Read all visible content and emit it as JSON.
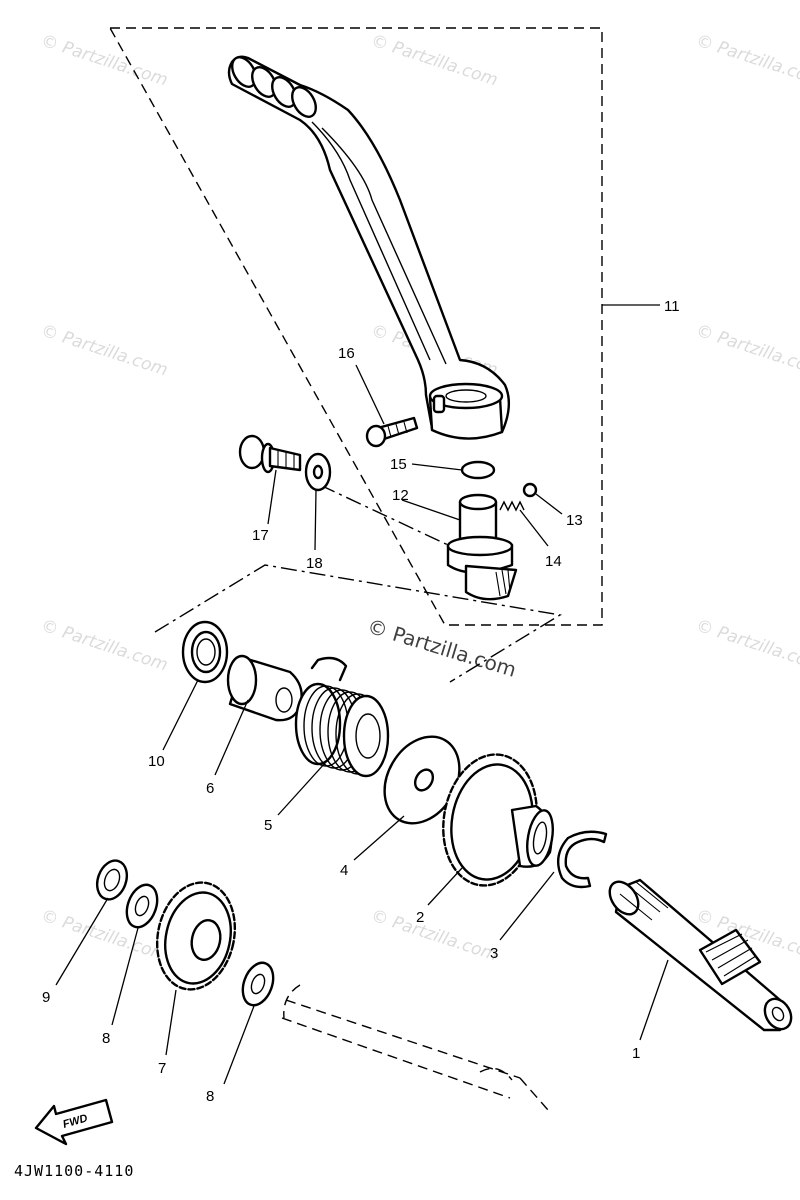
{
  "diagram": {
    "drawing_code": "4JW1100-4110",
    "direction_label": "FWD",
    "watermark_center": "© Partzilla.com",
    "watermark_tile": "© Partzilla.com",
    "callouts": {
      "c1": "1",
      "c2": "2",
      "c3": "3",
      "c4": "4",
      "c5": "5",
      "c6": "6",
      "c7": "7",
      "c8a": "8",
      "c8b": "8",
      "c9": "9",
      "c10": "10",
      "c11": "11",
      "c12": "12",
      "c13": "13",
      "c14": "14",
      "c15": "15",
      "c16": "16",
      "c17": "17",
      "c18": "18"
    }
  }
}
